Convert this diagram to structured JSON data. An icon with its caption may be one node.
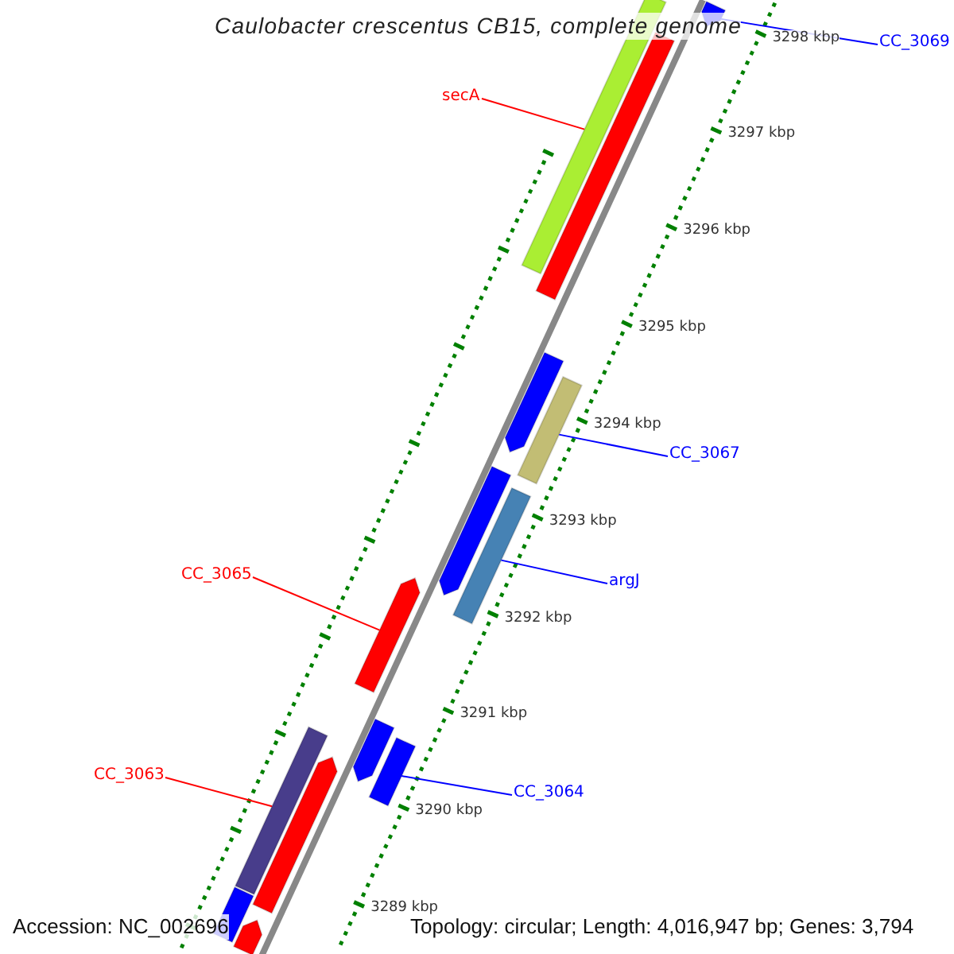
{
  "diagram": {
    "title": "Caulobacter crescentus CB15, complete genome",
    "nodes": [
      {
        "text": [
          "secA"
        ]
      },
      {
        "text": [],
        "shape": "bar"
      },
      {
        "text": [
          "CC_3069"
        ]
      },
      {
        "text": [],
        "shape": "bar"
      },
      {
        "text": [
          "CC_3067"
        ]
      },
      {
        "text": [],
        "shape": "bar"
      },
      {
        "text": [
          "argJ"
        ]
      },
      {
        "text": [],
        "shape": "bar"
      },
      {
        "text": [
          "CC_3065"
        ]
      },
      {
        "text": [],
        "shape": "bar"
      },
      {
        "text": [
          "CC_3064"
        ]
      },
      {
        "text": [],
        "shape": "bar"
      },
      {
        "text": [
          "CC_3063"
        ]
      },
      {
        "text": [],
        "shape": "bar"
      },
      {
        "text": [],
        "shape": "bar"
      },
      {
        "text": [],
        "shape": "bar"
      },
      {
        "text": [],
        "shape": "bar"
      },
      {
        "text": [],
        "shape": "bar"
      },
      {
        "text": [],
        "shape": "bar"
      },
      {
        "text": [],
        "shape": "bar"
      },
      {
        "text": [],
        "shape": "bar"
      }
    ],
    "edges": [
      {
        "from": 0,
        "to": 1,
        "arrow": "none",
        "color": "#ff0000"
      },
      {
        "from": 2,
        "to": 3,
        "arrow": "none"
      },
      {
        "from": 4,
        "to": 5,
        "arrow": "none"
      },
      {
        "from": 6,
        "to": 7,
        "arrow": "none"
      },
      {
        "from": 8,
        "to": 9,
        "arrow": "none",
        "color": "#ff0000"
      },
      {
        "from": 10,
        "to": 11,
        "arrow": "none"
      },
      {
        "from": 12,
        "to": 13,
        "arrow": "none",
        "color": "#ff0000"
      }
    ],
    "labels": [
      "3298 kbp",
      "3297 kbp",
      "3296 kbp",
      "3295 kbp",
      "3294 kbp",
      "3293 kbp",
      "3292 kbp",
      "3291 kbp",
      "3290 kbp",
      "3289 kbp",
      "Accession: NC_002696",
      "Topology: circular; Length: 4,016,947 bp; Genes: 3,794"
    ]
  }
}
